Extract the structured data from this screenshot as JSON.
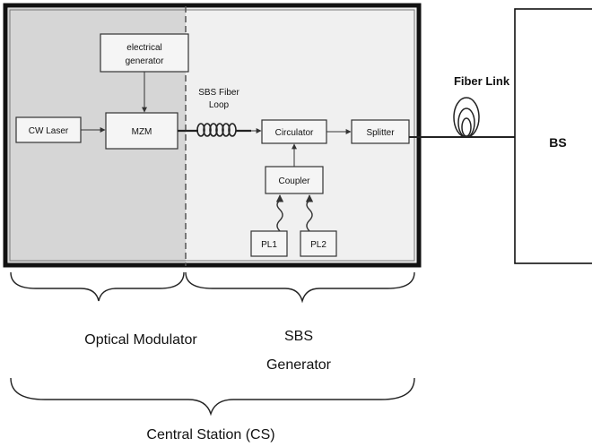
{
  "cs_blocks": {
    "cw_laser": "CW Laser",
    "electrical_generator_line1": "electrical",
    "electrical_generator_line2": "generator",
    "mzm": "MZM",
    "sbs_fiber_loop_line1": "SBS Fiber",
    "sbs_fiber_loop_line2": "Loop",
    "circulator": "Circulator",
    "splitter": "Splitter",
    "coupler": "Coupler",
    "pl1": "PL1",
    "pl2": "PL2"
  },
  "fiber_link": "Fiber Link",
  "bs": "BS",
  "braces": {
    "optical_modulator": "Optical Modulator",
    "sbs_generator_line1": "SBS",
    "sbs_generator_line2": "Generator",
    "central_station": "Central Station (CS)"
  },
  "colors": {
    "modulator_region": "#d6d6d6",
    "sbs_region": "#f0f0f0",
    "outline": "#111111",
    "block_fill": "#f5f5f5",
    "line": "#222222"
  }
}
